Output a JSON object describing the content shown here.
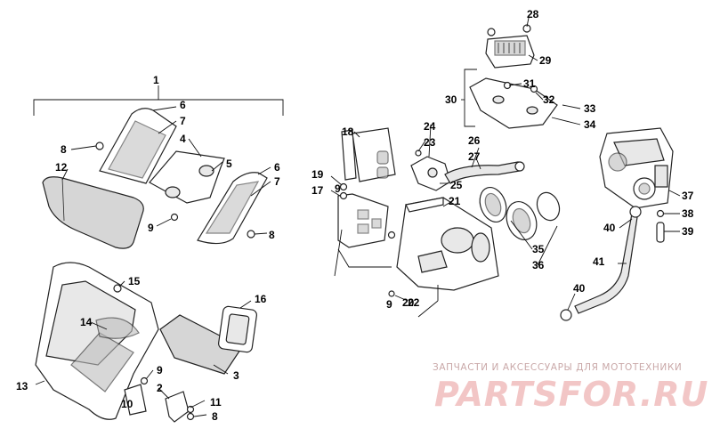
{
  "callouts": [
    {
      "id": "c1",
      "label": "1"
    },
    {
      "id": "c2",
      "label": "2"
    },
    {
      "id": "c3",
      "label": "3"
    },
    {
      "id": "c4",
      "label": "4"
    },
    {
      "id": "c5",
      "label": "5"
    },
    {
      "id": "c6a",
      "label": "6"
    },
    {
      "id": "c6b",
      "label": "6"
    },
    {
      "id": "c7a",
      "label": "7"
    },
    {
      "id": "c7b",
      "label": "7"
    },
    {
      "id": "c8a",
      "label": "8"
    },
    {
      "id": "c8b",
      "label": "8"
    },
    {
      "id": "c8c",
      "label": "8"
    },
    {
      "id": "c9a",
      "label": "9"
    },
    {
      "id": "c9b",
      "label": "9"
    },
    {
      "id": "c9c",
      "label": "9"
    },
    {
      "id": "c9d",
      "label": "9"
    },
    {
      "id": "c10",
      "label": "10"
    },
    {
      "id": "c11",
      "label": "11"
    },
    {
      "id": "c12",
      "label": "12"
    },
    {
      "id": "c13",
      "label": "13"
    },
    {
      "id": "c14",
      "label": "14"
    },
    {
      "id": "c15",
      "label": "15"
    },
    {
      "id": "c16",
      "label": "16"
    },
    {
      "id": "c17",
      "label": "17"
    },
    {
      "id": "c18",
      "label": "18"
    },
    {
      "id": "c19",
      "label": "19"
    },
    {
      "id": "c20",
      "label": "20"
    },
    {
      "id": "c21",
      "label": "21"
    },
    {
      "id": "c22",
      "label": "22"
    },
    {
      "id": "c23",
      "label": "23"
    },
    {
      "id": "c24",
      "label": "24"
    },
    {
      "id": "c25",
      "label": "25"
    },
    {
      "id": "c26",
      "label": "26"
    },
    {
      "id": "c27",
      "label": "27"
    },
    {
      "id": "c28",
      "label": "28"
    },
    {
      "id": "c29",
      "label": "29"
    },
    {
      "id": "c30",
      "label": "30"
    },
    {
      "id": "c31",
      "label": "31"
    },
    {
      "id": "c32",
      "label": "32"
    },
    {
      "id": "c33",
      "label": "33"
    },
    {
      "id": "c34",
      "label": "34"
    },
    {
      "id": "c35",
      "label": "35"
    },
    {
      "id": "c36",
      "label": "36"
    },
    {
      "id": "c37",
      "label": "37"
    },
    {
      "id": "c38",
      "label": "38"
    },
    {
      "id": "c39",
      "label": "39"
    },
    {
      "id": "c40a",
      "label": "40"
    },
    {
      "id": "c40b",
      "label": "40"
    },
    {
      "id": "c41",
      "label": "41"
    }
  ],
  "watermark": {
    "line1": "ЗАПЧАСТИ И АКСЕССУАРЫ ДЛЯ МОТОТЕХНИКИ",
    "line2": "PARTSFOR.RU"
  }
}
